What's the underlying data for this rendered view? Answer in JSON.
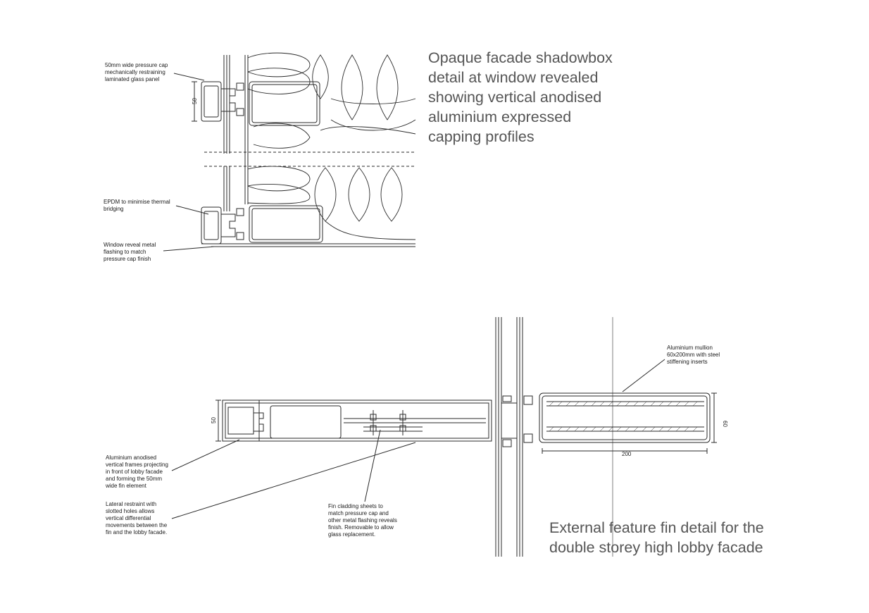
{
  "captions": {
    "shadowbox": "Opaque facade shadowbox\ndetail at window revealed\nshowing vertical anodised\naluminium expressed\ncapping profiles",
    "fin": "External feature fin detail for the\ndouble storey high lobby facade"
  },
  "shadowbox_notes": {
    "pressure_cap": "50mm wide pressure cap\nmechanically restraining\nlaminated glass panel",
    "epdm": "EPDM to minimise thermal\nbridging",
    "flashing": "Window reveal metal\nflashing to match\npressure cap finish"
  },
  "shadowbox_dims": {
    "cap_width": "50"
  },
  "fin_notes": {
    "mullion": "Aluminium mullion\n60x200mm with steel\nstiffening inserts",
    "frames": "Aluminium anodised\nvertical frames projecting\nin front of lobby facade\nand forming the 50mm\nwide fin element",
    "restraint": "Lateral restraint with\nslotted holes allows\nvertical differential\nmovements between the\nfin and the lobby facade.",
    "cladding": "Fin cladding sheets to\nmatch pressure cap and\nother metal flashing reveals\nfinish. Removable to allow\nglass replacement."
  },
  "fin_dims": {
    "fin_width": "50",
    "mullion_depth": "60",
    "mullion_length": "200"
  },
  "colors": {
    "linework": "#2a2a2a",
    "caption": "#555555"
  }
}
